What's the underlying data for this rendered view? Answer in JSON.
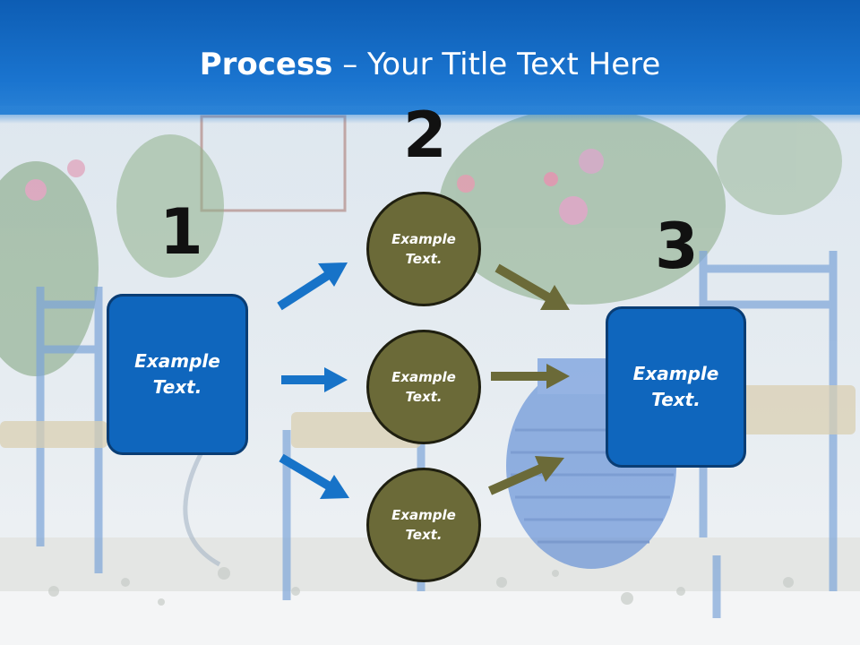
{
  "title": {
    "bold": "Process",
    "rest": " – Your Title Text Here"
  },
  "steps": [
    {
      "number": "1",
      "label": "Example\nText."
    },
    {
      "number": "2",
      "label": "Example\nText."
    },
    {
      "number": "3",
      "label": "Example\nText."
    }
  ],
  "circles": [
    {
      "label": "Example\nText."
    },
    {
      "label": "Example\nText."
    },
    {
      "label": "Example\nText."
    }
  ],
  "colors": {
    "header": "#1a74cf",
    "box_fill": "#0f66bd",
    "circle_fill": "#6b6a38",
    "blue_arrow": "#1773c8",
    "olive_arrow": "#6b6a38"
  }
}
